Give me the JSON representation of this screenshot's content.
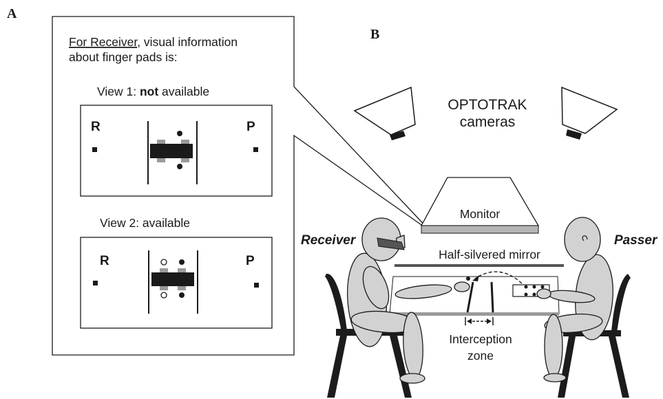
{
  "panel_a": {
    "letter": "A",
    "callout": {
      "heading_underlined": "For Receiver",
      "heading_rest": ", visual information",
      "heading_line2": "about finger pads is:",
      "view1": {
        "prefix": "View 1: ",
        "bold": "not",
        "suffix": " available",
        "left_marker": "R",
        "right_marker": "P"
      },
      "view2": {
        "label": "View 2: available",
        "left_marker": "R",
        "right_marker": "P"
      }
    }
  },
  "panel_b": {
    "letter": "B",
    "cameras_label_line1": "OPTOTRAK",
    "cameras_label_line2": "cameras",
    "monitor_label": "Monitor",
    "mirror_label": "Half-silvered mirror",
    "receiver_label": "Receiver",
    "passer_label": "Passer",
    "zone_label_line1": "Interception",
    "zone_label_line2": "zone"
  },
  "colors": {
    "ink": "#1a1a1a",
    "figure_fill": "#d2d2d2",
    "pad_gray": "#9a9a9a",
    "monitor_top": "#ffffff",
    "monitor_front": "#b5b5b5",
    "chair": "#1c1c1c",
    "goggles": "#555555"
  }
}
